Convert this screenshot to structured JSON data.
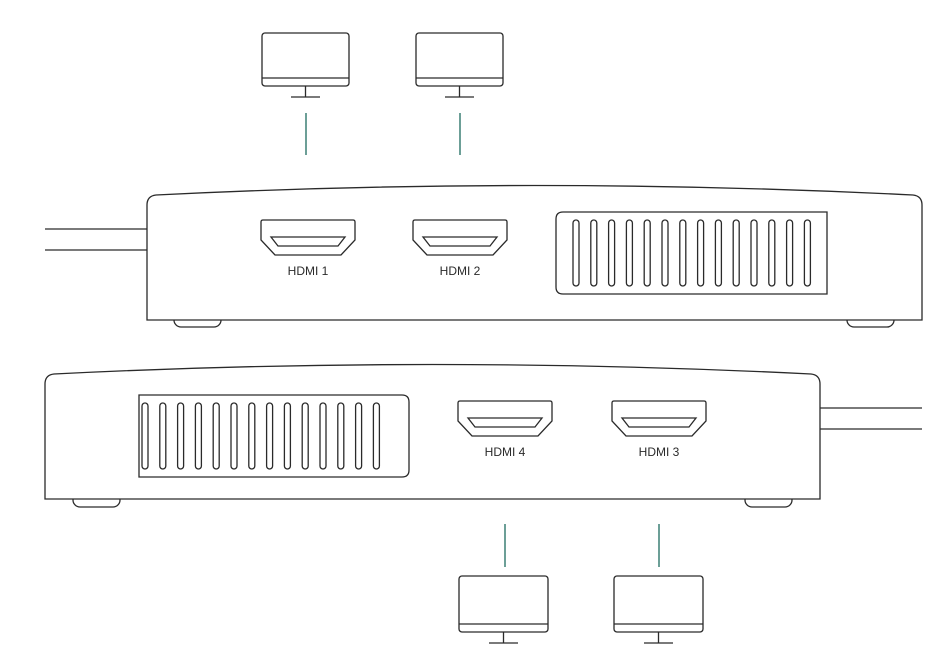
{
  "ports": {
    "top": [
      {
        "id": "hdmi1",
        "label": "HDMI 1"
      },
      {
        "id": "hdmi2",
        "label": "HDMI 2"
      }
    ],
    "bottom": [
      {
        "id": "hdmi4",
        "label": "HDMI 4"
      },
      {
        "id": "hdmi3",
        "label": "HDMI 3"
      }
    ]
  },
  "colors": {
    "line": "#2a2a2a",
    "connector": "#1d6b5f"
  },
  "icons": [
    "monitor-icon",
    "hdmi-port-icon",
    "vent-grille-icon",
    "power-cable-icon"
  ]
}
